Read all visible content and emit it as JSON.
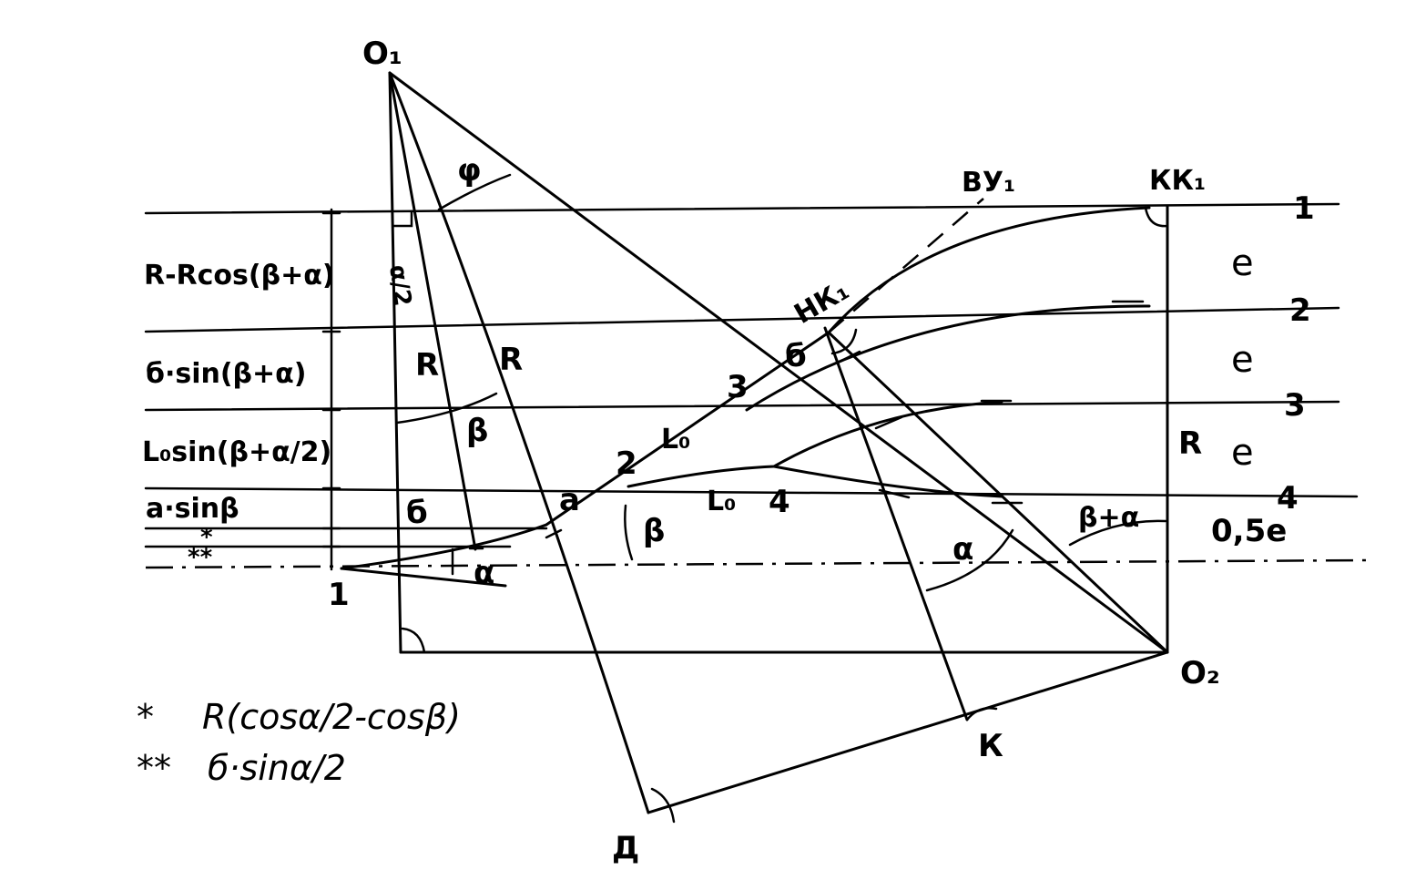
{
  "points": {
    "o1": "О₁",
    "o2": "О₂",
    "d": "Д",
    "k": "К",
    "kk1": "КК₁",
    "nk1": "НК₁",
    "vu1": "ВУ₁",
    "a": "а",
    "b": "б",
    "b_left": "б",
    "p1": "1",
    "p2": "2",
    "p3": "3",
    "p4": "4"
  },
  "tracks": [
    "1",
    "2",
    "3",
    "4"
  ],
  "spacing": {
    "e1": "е",
    "e2": "е",
    "e3": "е",
    "half_e": "0,5е"
  },
  "labels": {
    "phi": "φ",
    "alpha_half": "α/2",
    "r_left": "R",
    "r_mid": "R",
    "r_right": "R",
    "beta_arc": "β",
    "beta_lower": "β",
    "alpha_lower": "α",
    "alpha_right": "α",
    "beta_alpha": "β+α",
    "l0_upper": "L₀",
    "l0_lower": "L₀"
  },
  "dimensions": [
    "R-Rcos(β+α)",
    "б·sin(β+α)",
    "L₀sin(β+α/2)",
    "а·sinβ",
    "*",
    "**"
  ],
  "notes": {
    "star1_mark": "*",
    "star1_text": "R(cosα/2-cosβ)",
    "star2_mark": "**",
    "star2_text": "б·sinα/2"
  }
}
